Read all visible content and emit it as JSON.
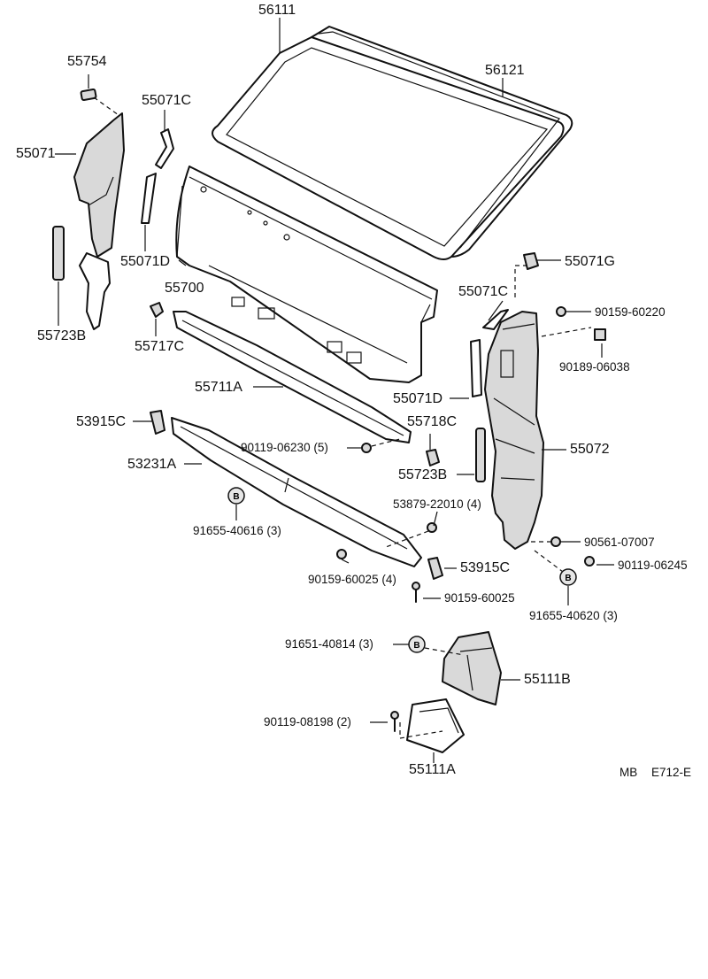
{
  "labels": {
    "p56111": "56111",
    "p56121": "56121",
    "p55754": "55754",
    "p55071c_top": "55071C",
    "p55071": "55071",
    "p55071d_left": "55071D",
    "p55700": "55700",
    "p55723b_left": "55723B",
    "p55717c": "55717C",
    "p55071g": "55071G",
    "p55071c_right": "55071C",
    "p90159_60220": "90159-60220",
    "p90189_06038": "90189-06038",
    "p55711a": "55711A",
    "p55071d_right": "55071D",
    "p55718c": "55718C",
    "p53915c_left": "53915C",
    "p90119_06230": "90119-06230 (5)",
    "p55072": "55072",
    "p53231a": "53231A",
    "p55723b_right": "55723B",
    "p53879_22010": "53879-22010 (4)",
    "p91655_40616": "91655-40616 (3)",
    "p90561_07007": "90561-07007",
    "p90159_60025_4": "90159-60025 (4)",
    "p53915c_right": "53915C",
    "p90119_06245": "90119-06245",
    "p90159_60025": "90159-60025",
    "p91655_40620": "91655-40620 (3)",
    "p91651_40814": "91651-40814 (3)",
    "p55111b": "55111B",
    "p90119_08198": "90119-08198 (2)",
    "p55111a": "55111A",
    "ref_mb": "MB",
    "ref_code": "E712-E"
  },
  "badges": {
    "b": "B"
  }
}
